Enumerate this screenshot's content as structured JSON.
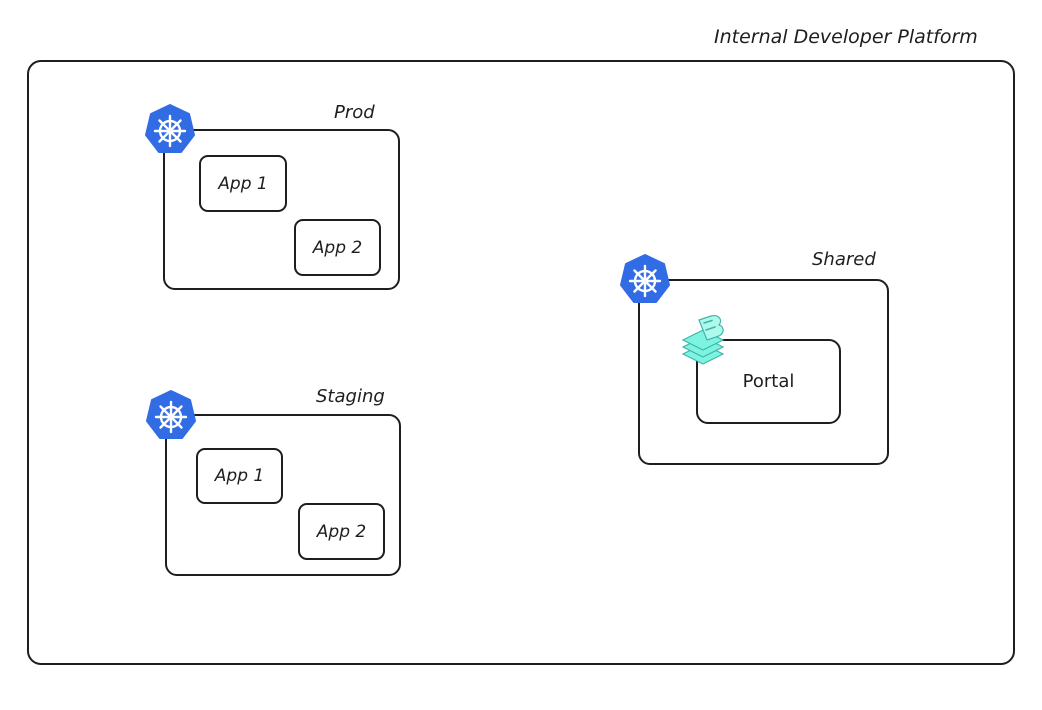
{
  "platform": {
    "title": "Internal Developer Platform"
  },
  "clusters": [
    {
      "label": "Prod",
      "icon": "kubernetes-icon",
      "apps": [
        "App 1",
        "App 2"
      ]
    },
    {
      "label": "Staging",
      "icon": "kubernetes-icon",
      "apps": [
        "App 1",
        "App 2"
      ]
    },
    {
      "label": "Shared",
      "icon": "kubernetes-icon",
      "apps": [
        "Portal"
      ],
      "app_icon": "backstage-icon"
    }
  ],
  "colors": {
    "stroke": "#1e1e1e",
    "kubernetes": "#326ce5",
    "backstage": "#7df3e1"
  }
}
